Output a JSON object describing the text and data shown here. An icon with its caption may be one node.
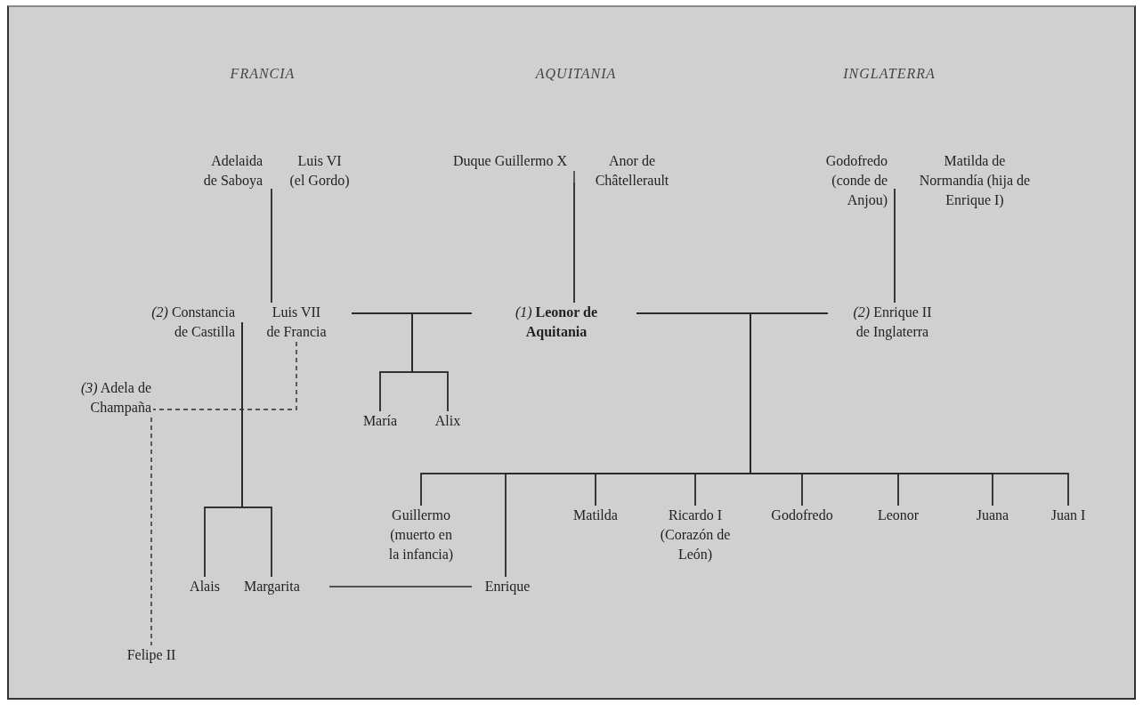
{
  "diagram": {
    "nodes": [
      {
        "text": [
          "Adelaida de Saboya"
        ]
      },
      {
        "text": [
          "Luis VI (el Gordo)"
        ]
      },
      {
        "text": [
          "Duque Guillermo X"
        ]
      },
      {
        "text": [
          "Anor de Châtellerault"
        ]
      },
      {
        "text": [
          "Godofredo (conde de Anjou)"
        ]
      },
      {
        "text": [
          "Matilda de Normandía (hija de Enrique I)"
        ]
      },
      {
        "text": [
          "*(2)* Constancia de Castilla"
        ]
      },
      {
        "text": [
          "Luis VII de Francia"
        ]
      },
      {
        "text": [
          "*(1)* **Leonor de Aquitania**"
        ]
      },
      {
        "text": [
          "*(2)* Enrique II de Inglaterra"
        ]
      },
      {
        "text": [
          "María"
        ]
      },
      {
        "text": [
          "Alix"
        ]
      },
      {
        "text": [
          "*(3)* Adela de Champaña"
        ]
      },
      {
        "text": [
          "Guillermo (muerto en la infancia)"
        ]
      },
      {
        "text": [
          "Matilda"
        ]
      },
      {
        "text": [
          "Ricardo I (Corazón de León)"
        ]
      },
      {
        "text": [
          "Godofredo"
        ]
      },
      {
        "text": [
          "Leonor"
        ]
      },
      {
        "text": [
          "Juana"
        ]
      },
      {
        "text": [
          "Juan I"
        ]
      },
      {
        "text": [
          "Alais"
        ]
      },
      {
        "text": [
          "Margarita"
        ]
      },
      {
        "text": [
          "Enrique"
        ]
      },
      {
        "text": [
          "Felipe II"
        ]
      }
    ],
    "edges": [
      {
        "from": 0,
        "to": 7,
        "arrow": "none"
      },
      {
        "from": 1,
        "to": 7,
        "arrow": "none"
      },
      {
        "from": 2,
        "to": 8,
        "arrow": "none"
      },
      {
        "from": 3,
        "to": 8,
        "arrow": "none"
      },
      {
        "from": 4,
        "to": 9,
        "arrow": "none"
      },
      {
        "from": 5,
        "to": 9,
        "arrow": "none"
      },
      {
        "from": 7,
        "to": 8,
        "arrow": "none"
      },
      {
        "from": 8,
        "to": 9,
        "arrow": "none"
      },
      {
        "from": 7,
        "to": 12,
        "arrow": "none",
        "style": "dashed"
      },
      {
        "from": 7,
        "to": 10,
        "arrow": "none"
      },
      {
        "from": 8,
        "to": 10,
        "arrow": "none"
      },
      {
        "from": 7,
        "to": 11,
        "arrow": "none"
      },
      {
        "from": 8,
        "to": 11,
        "arrow": "none"
      },
      {
        "from": 6,
        "to": 20,
        "arrow": "none"
      },
      {
        "from": 7,
        "to": 20,
        "arrow": "none"
      },
      {
        "from": 6,
        "to": 21,
        "arrow": "none"
      },
      {
        "from": 7,
        "to": 21,
        "arrow": "none"
      },
      {
        "from": 12,
        "to": 23,
        "arrow": "none",
        "style": "dashed"
      },
      {
        "from": 8,
        "to": 13,
        "arrow": "none"
      },
      {
        "from": 9,
        "to": 13,
        "arrow": "none"
      },
      {
        "from": 8,
        "to": 22,
        "arrow": "none"
      },
      {
        "from": 9,
        "to": 22,
        "arrow": "none"
      },
      {
        "from": 8,
        "to": 14,
        "arrow": "none"
      },
      {
        "from": 9,
        "to": 14,
        "arrow": "none"
      },
      {
        "from": 8,
        "to": 15,
        "arrow": "none"
      },
      {
        "from": 9,
        "to": 15,
        "arrow": "none"
      },
      {
        "from": 8,
        "to": 16,
        "arrow": "none"
      },
      {
        "from": 9,
        "to": 16,
        "arrow": "none"
      },
      {
        "from": 8,
        "to": 17,
        "arrow": "none"
      },
      {
        "from": 9,
        "to": 17,
        "arrow": "none"
      },
      {
        "from": 8,
        "to": 18,
        "arrow": "none"
      },
      {
        "from": 9,
        "to": 18,
        "arrow": "none"
      },
      {
        "from": 8,
        "to": 19,
        "arrow": "none"
      },
      {
        "from": 9,
        "to": 19,
        "arrow": "none"
      },
      {
        "from": 21,
        "to": 22,
        "arrow": "none"
      }
    ],
    "labels": [
      "FRANCIA",
      "AQUITANIA",
      "INGLATERRA"
    ]
  }
}
